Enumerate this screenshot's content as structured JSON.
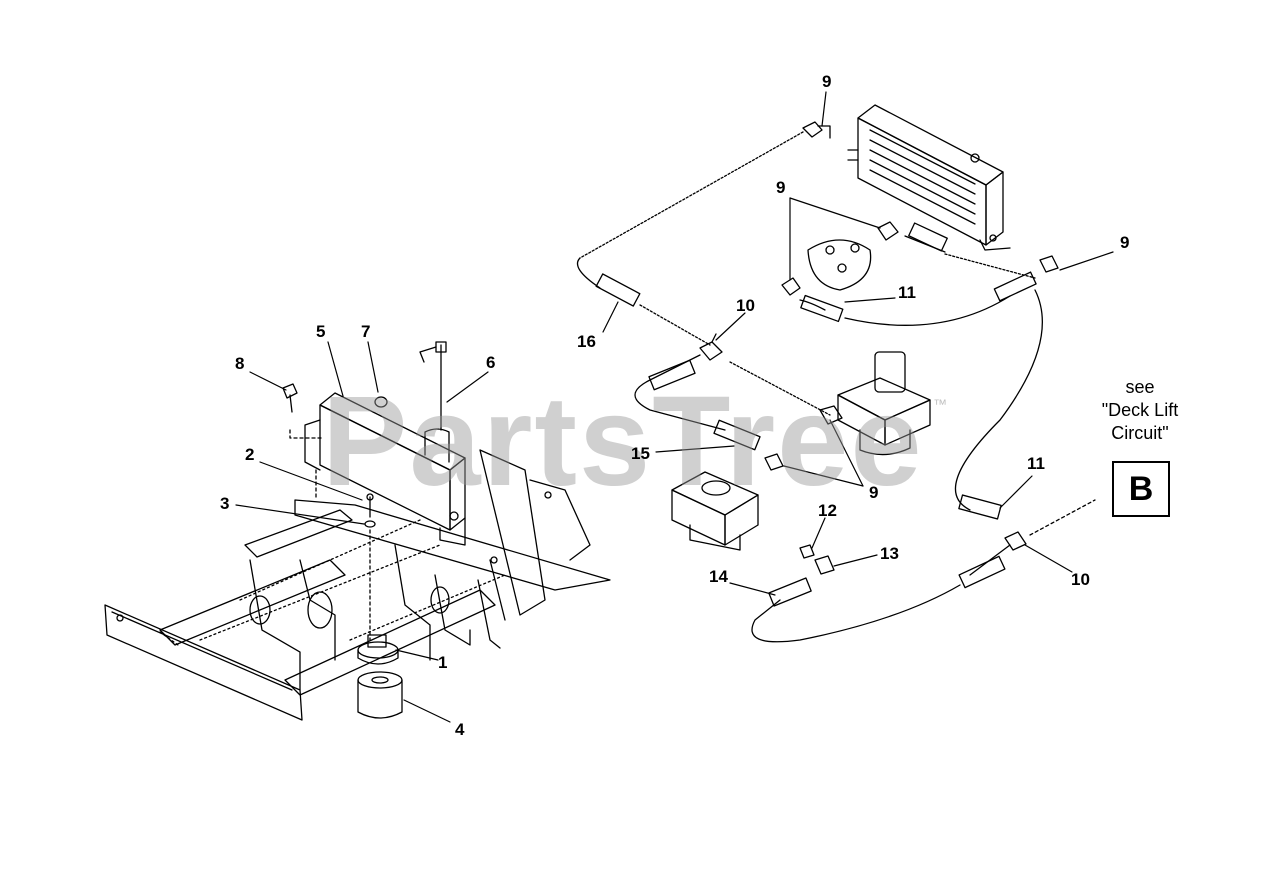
{
  "callouts": {
    "c1": "1",
    "c2": "2",
    "c3": "3",
    "c4": "4",
    "c5": "5",
    "c6": "6",
    "c7": "7",
    "c8": "8",
    "c9a": "9",
    "c9b": "9",
    "c9c": "9",
    "c9d": "9",
    "c10a": "10",
    "c10b": "10",
    "c11a": "11",
    "c11b": "11",
    "c12": "12",
    "c13": "13",
    "c14": "14",
    "c15": "15",
    "c16": "16"
  },
  "reference": {
    "line1": "see",
    "line2": "\"Deck Lift",
    "line3": "Circuit\"",
    "badge": "B"
  },
  "watermark": {
    "text": "PartsTree",
    "mark": "™"
  },
  "colors": {
    "line": "#000000",
    "watermark": "#969696"
  }
}
